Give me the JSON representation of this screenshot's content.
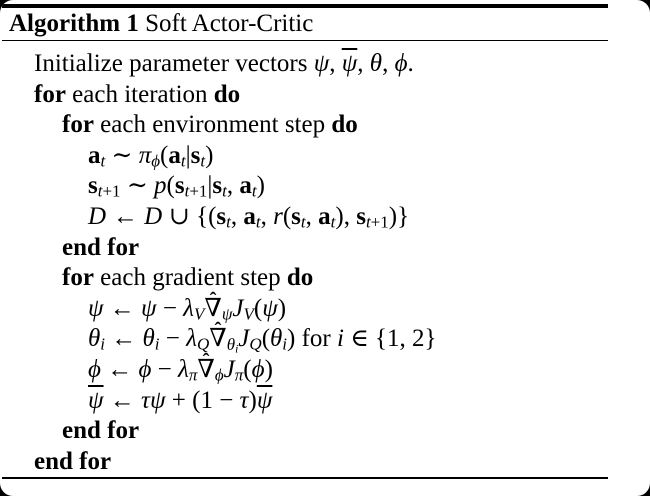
{
  "frame": {
    "background_color": "#000000",
    "page_color": "#ffffff",
    "rule_color": "#000000"
  },
  "algorithm": {
    "label": "Algorithm 1",
    "title": "Soft Actor-Critic",
    "lines": [
      {
        "indent": 1,
        "html": "Initialize parameter vectors <i>ψ</i>, <span class=\"bar\"><i>ψ</i></span>, <i>θ</i>, <i>ϕ</i>."
      },
      {
        "indent": 1,
        "html": "<b>for</b> each iteration <b>do</b>"
      },
      {
        "indent": 2,
        "html": "<b>for</b> each environment step <b>do</b>"
      },
      {
        "indent": 3,
        "html": "<b>a</b><sub><i>t</i></sub> ∼ <i>π</i><sub><i>ϕ</i></sub>(<b>a</b><sub><i>t</i></sub>|<b>s</b><sub><i>t</i></sub>)"
      },
      {
        "indent": 3,
        "html": "<b>s</b><sub><i>t</i>+1</sub> ∼ <i>p</i>(<b>s</b><sub><i>t</i>+1</sub>|<b>s</b><sub><i>t</i></sub>, <b>a</b><sub><i>t</i></sub>)"
      },
      {
        "indent": 3,
        "html": "<span class=\"scr\">D</span> ← <span class=\"scr\">D</span> ∪ {(<b>s</b><sub><i>t</i></sub>, <b>a</b><sub><i>t</i></sub>, <i>r</i>(<b>s</b><sub><i>t</i></sub>, <b>a</b><sub><i>t</i></sub>), <b>s</b><sub><i>t</i>+1</sub>)}"
      },
      {
        "indent": 2,
        "html": "<b>end for</b>"
      },
      {
        "indent": 2,
        "html": "<b>for</b> each gradient step <b>do</b>"
      },
      {
        "indent": 3,
        "html": "<i>ψ</i> ← <i>ψ</i> − <i>λ</i><sub><i>V</i></sub><span class=\"hat\">∇</span><sub><i>ψ</i></sub><i>J</i><sub><i>V</i></sub>(<i>ψ</i>)"
      },
      {
        "indent": 3,
        "html": "<i>θ</i><sub><i>i</i></sub> ← <i>θ</i><sub><i>i</i></sub> − <i>λ</i><sub><i>Q</i></sub><span class=\"hat\">∇</span><sub><i>θ</i><sub><i>i</i></sub></sub><i>J</i><sub><i>Q</i></sub>(<i>θ</i><sub><i>i</i></sub>) for <i>i</i> ∈ {1, 2}"
      },
      {
        "indent": 3,
        "html": "<i>ϕ</i> ← <i>ϕ</i> − <i>λ</i><sub><i>π</i></sub><span class=\"hat\">∇</span><sub><i>ϕ</i></sub><i>J</i><sub><i>π</i></sub>(<i>ϕ</i>)"
      },
      {
        "indent": 3,
        "html": "<span class=\"bar\"><i>ψ</i></span> ← <i>τψ</i> + (1 − <i>τ</i>)<span class=\"bar\"><i>ψ</i></span>"
      },
      {
        "indent": 2,
        "html": "<b>end for</b>"
      },
      {
        "indent": 1,
        "html": "<b>end for</b>"
      }
    ]
  }
}
